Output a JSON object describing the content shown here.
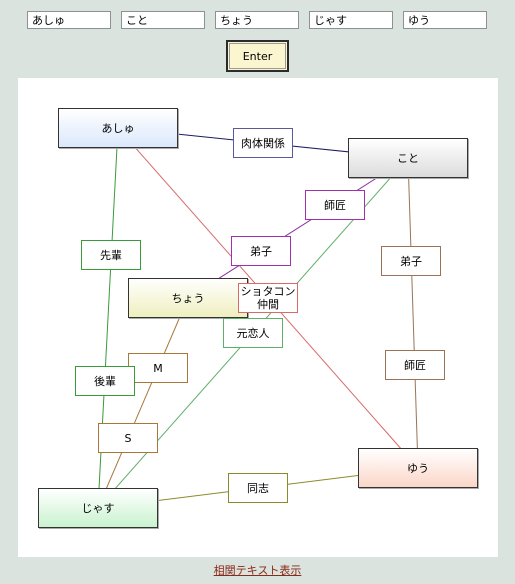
{
  "inputs": [
    "あしゅ",
    "こと",
    "ちょう",
    "じゃす",
    "ゆう"
  ],
  "enter_label": "Enter",
  "nodes": {
    "ashu": "あしゅ",
    "koto": "こと",
    "chou": "ちょう",
    "jasu": "じゃす",
    "yuu": "ゆう"
  },
  "relations": {
    "nikutai": "肉体関係",
    "shishou_1": "師匠",
    "deshi_1": "弟子",
    "senpai": "先輩",
    "deshi_2": "弟子",
    "shotakon_line1": "ショタコン",
    "shotakon_line2": "仲間",
    "motokoibito": "元恋人",
    "m": "M",
    "kouhai": "後輩",
    "shishou_2": "師匠",
    "s": "S",
    "doushi": "同志"
  },
  "colors": {
    "ashu_koto": "#1a1a5e",
    "ashu_yuu": "#d96a6a",
    "ashu_jasu": "#3a9a3a",
    "koto_jasu": "#5fae6a",
    "koto_chou": "#8a2aa8",
    "koto_yuu": "#9a7356",
    "chou_jasu": "#a8773a",
    "jasu_yuu": "#8a8a2a"
  },
  "footer_link": "相関テキスト表示"
}
